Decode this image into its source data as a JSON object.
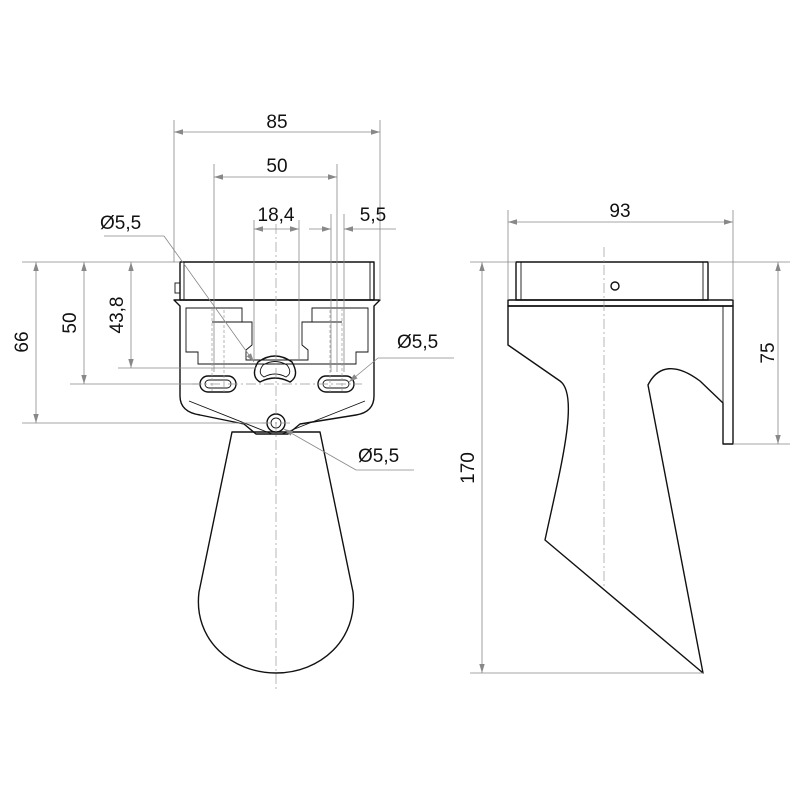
{
  "front_view": {
    "width_overall": "85",
    "width_slots": "50",
    "width_center": "18,4",
    "width_small": "5,5",
    "height_overall": "66",
    "height_slots": "50",
    "height_center": "43,8",
    "hole_upper": "Ø5,5",
    "hole_slot": "Ø5,5",
    "hole_lower": "Ø5,5"
  },
  "side_view": {
    "depth": "93",
    "height_bracket": "75",
    "height_total": "170"
  }
}
